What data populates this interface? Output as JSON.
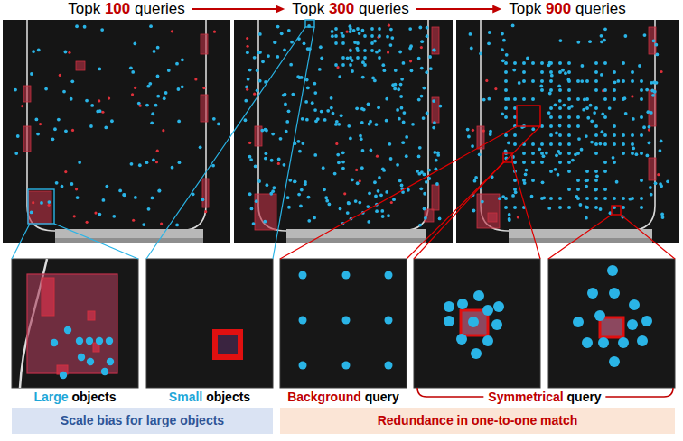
{
  "diagram": {
    "nodes": [
      {
        "text": [
          "Scale bias for large objects"
        ]
      },
      {
        "text": [
          "Redundance in one-to-one match"
        ]
      }
    ],
    "labels": [
      "Topk",
      "100",
      "queries",
      "Topk",
      "300",
      "queries",
      "Topk",
      "900",
      "queries",
      "Large",
      "objects",
      "Small",
      "objects",
      "Background",
      "query",
      "Symmetrical",
      "query"
    ]
  }
}
